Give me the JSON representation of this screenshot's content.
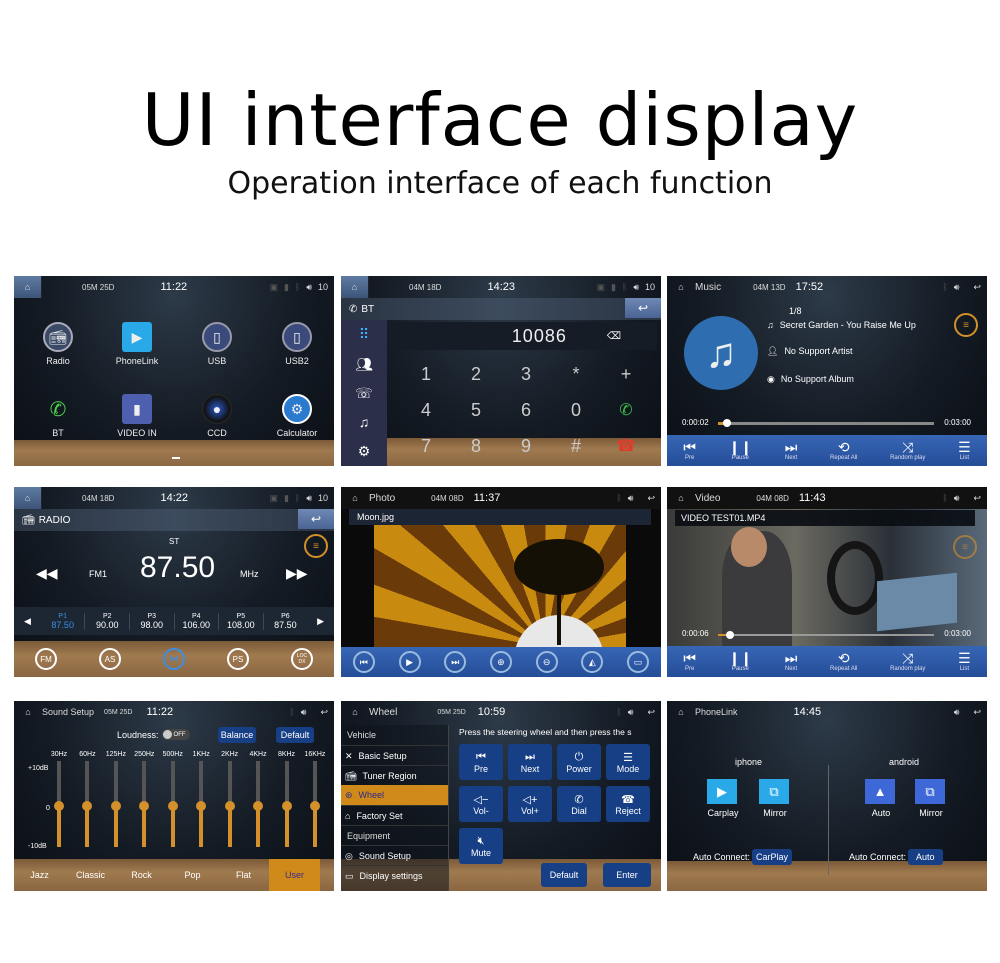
{
  "header": {
    "title": "UI interface display",
    "subtitle": "Operation interface of each function"
  },
  "colors": {
    "accent_blue": "#2b5aa8",
    "accent_orange": "#d4902a",
    "call_green": "#3fbf4a",
    "hangup_red": "#e23a2a",
    "cyan_icon": "#29a9e8"
  },
  "home": {
    "status": {
      "date": "05M 25D",
      "time": "11:22",
      "volume": "10"
    },
    "apps": [
      {
        "label": "Radio",
        "icon": "radio-icon"
      },
      {
        "label": "PhoneLink",
        "icon": "phonelink-icon"
      },
      {
        "label": "USB",
        "icon": "usb-icon"
      },
      {
        "label": "USB2",
        "icon": "usb-icon"
      },
      {
        "label": "BT",
        "icon": "bluetooth-phone-icon"
      },
      {
        "label": "VIDEO IN",
        "icon": "video-in-icon"
      },
      {
        "label": "CCD",
        "icon": "camera-icon"
      },
      {
        "label": "Calculator",
        "icon": "calculator-icon"
      }
    ]
  },
  "bt": {
    "status": {
      "date": "04M 18D",
      "time": "14:23",
      "volume": "10"
    },
    "title": "BT",
    "number": "10086",
    "keys": [
      "1",
      "2",
      "3",
      "*",
      "+",
      "4",
      "5",
      "6",
      "0",
      "call",
      "7",
      "8",
      "9",
      "#",
      "hangup"
    ]
  },
  "music": {
    "status": {
      "title": "Music",
      "date": "04M 13D",
      "time": "17:52"
    },
    "track_index": "1/8",
    "song": "Secret Garden - You Raise Me Up",
    "artist": "No Support Artist",
    "album": "No Support Album",
    "elapsed": "0:00:02",
    "total": "0:03:00",
    "controls": [
      "Pre",
      "Pause",
      "Next",
      "Repeat All",
      "Random play",
      "List"
    ]
  },
  "radio": {
    "status": {
      "date": "04M 18D",
      "time": "14:22",
      "volume": "10"
    },
    "title": "RADIO",
    "stereo": "ST",
    "band": "FM1",
    "frequency": "87.50",
    "unit": "MHz",
    "presets": [
      {
        "label": "P1",
        "freq": "87.50"
      },
      {
        "label": "P2",
        "freq": "90.00"
      },
      {
        "label": "P3",
        "freq": "98.00"
      },
      {
        "label": "P4",
        "freq": "106.00"
      },
      {
        "label": "P5",
        "freq": "108.00"
      },
      {
        "label": "P6",
        "freq": "87.50"
      }
    ],
    "buttons": [
      "FM",
      "AS",
      "",
      "PS",
      "LOC DX"
    ]
  },
  "photo": {
    "status": {
      "title": "Photo",
      "date": "04M 08D",
      "time": "11:37"
    },
    "filename": "Moon.jpg"
  },
  "video": {
    "status": {
      "title": "Video",
      "date": "04M 08D",
      "time": "11:43"
    },
    "filename": "VIDEO TEST01.MP4",
    "elapsed": "0:00:06",
    "total": "0:03:00",
    "controls": [
      "Pre",
      "Pause",
      "Next",
      "Repeat All",
      "Random play",
      "List"
    ]
  },
  "sound": {
    "status": {
      "title": "Sound Setup",
      "date": "05M 25D",
      "time": "11:22"
    },
    "loudness_label": "Loudness:",
    "loudness_state": "OFF",
    "balance": "Balance",
    "default": "Default",
    "bands": [
      "30Hz",
      "60Hz",
      "125Hz",
      "250Hz",
      "500Hz",
      "1KHz",
      "2KHz",
      "4KHz",
      "8KHz",
      "16KHz"
    ],
    "db_top": "+10dB",
    "db_mid": "0",
    "db_bot": "-10dB",
    "presets": [
      "Jazz",
      "Classic",
      "Rock",
      "Pop",
      "Flat",
      "User"
    ]
  },
  "wheel": {
    "status": {
      "title": "Wheel",
      "date": "05M 25D",
      "time": "10:59"
    },
    "menu": [
      {
        "label": "Vehicle",
        "type": "section"
      },
      {
        "label": "Basic Setup",
        "icon": "tools-icon"
      },
      {
        "label": "Tuner Region",
        "icon": "radio-icon"
      },
      {
        "label": "Wheel",
        "icon": "steering-wheel-icon",
        "active": true
      },
      {
        "label": "Factory Set",
        "icon": "factory-icon"
      },
      {
        "label": "Equipment",
        "type": "section"
      },
      {
        "label": "Sound Setup",
        "icon": "speaker-icon"
      },
      {
        "label": "Display settings",
        "icon": "display-icon"
      }
    ],
    "instruction": "Press the steering wheel and then press the s",
    "keys": [
      "Pre",
      "Next",
      "Power",
      "Mode",
      "Vol-",
      "Vol+",
      "Dial",
      "Reject",
      "Mute"
    ],
    "default": "Default",
    "enter": "Enter"
  },
  "phonelink": {
    "status": {
      "title": "PhoneLink",
      "time": "14:45"
    },
    "iphone": {
      "label": "iphone",
      "apps": [
        "Carplay",
        "Mirror"
      ],
      "auto_label": "Auto Connect:",
      "auto_value": "CarPlay"
    },
    "android": {
      "label": "android",
      "apps": [
        "Auto",
        "Mirror"
      ],
      "auto_label": "Auto Connect:",
      "auto_value": "Auto"
    }
  }
}
